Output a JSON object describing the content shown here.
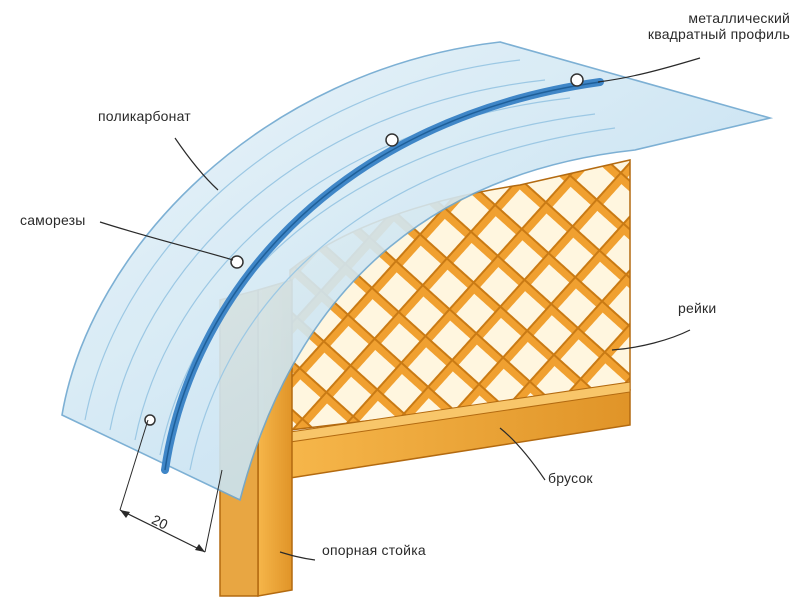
{
  "labels": {
    "profile_line1": "металлический",
    "profile_line2": "квадратный профиль",
    "polycarbonate": "поликарбонат",
    "screws": "саморезы",
    "slats": "рейки",
    "beam": "брусок",
    "post": "опорная стойка",
    "dimension": "20"
  },
  "colors": {
    "wood": "#f0a030",
    "wood_dark": "#c97a14",
    "polycarbonate": "#cfe6f3",
    "polycarbonate_edge": "#7fb6d9",
    "profile": "#3f86c7",
    "ink": "#2a2a2a"
  }
}
